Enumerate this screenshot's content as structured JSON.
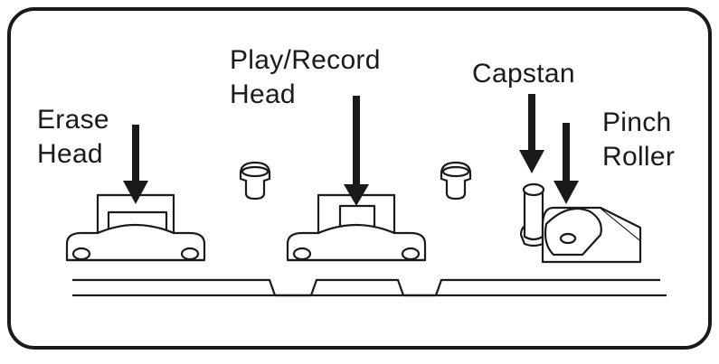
{
  "labels": {
    "erase_head": {
      "line1": "Erase",
      "line2": "Head"
    },
    "play_record_head": {
      "line1": "Play/Record",
      "line2": "Head"
    },
    "capstan": {
      "line1": "Capstan"
    },
    "pinch_roller": {
      "line1": "Pinch",
      "line2": "Roller"
    }
  },
  "colors": {
    "stroke": "#1a1a1a",
    "fill": "#ffffff",
    "background": "#ffffff"
  }
}
